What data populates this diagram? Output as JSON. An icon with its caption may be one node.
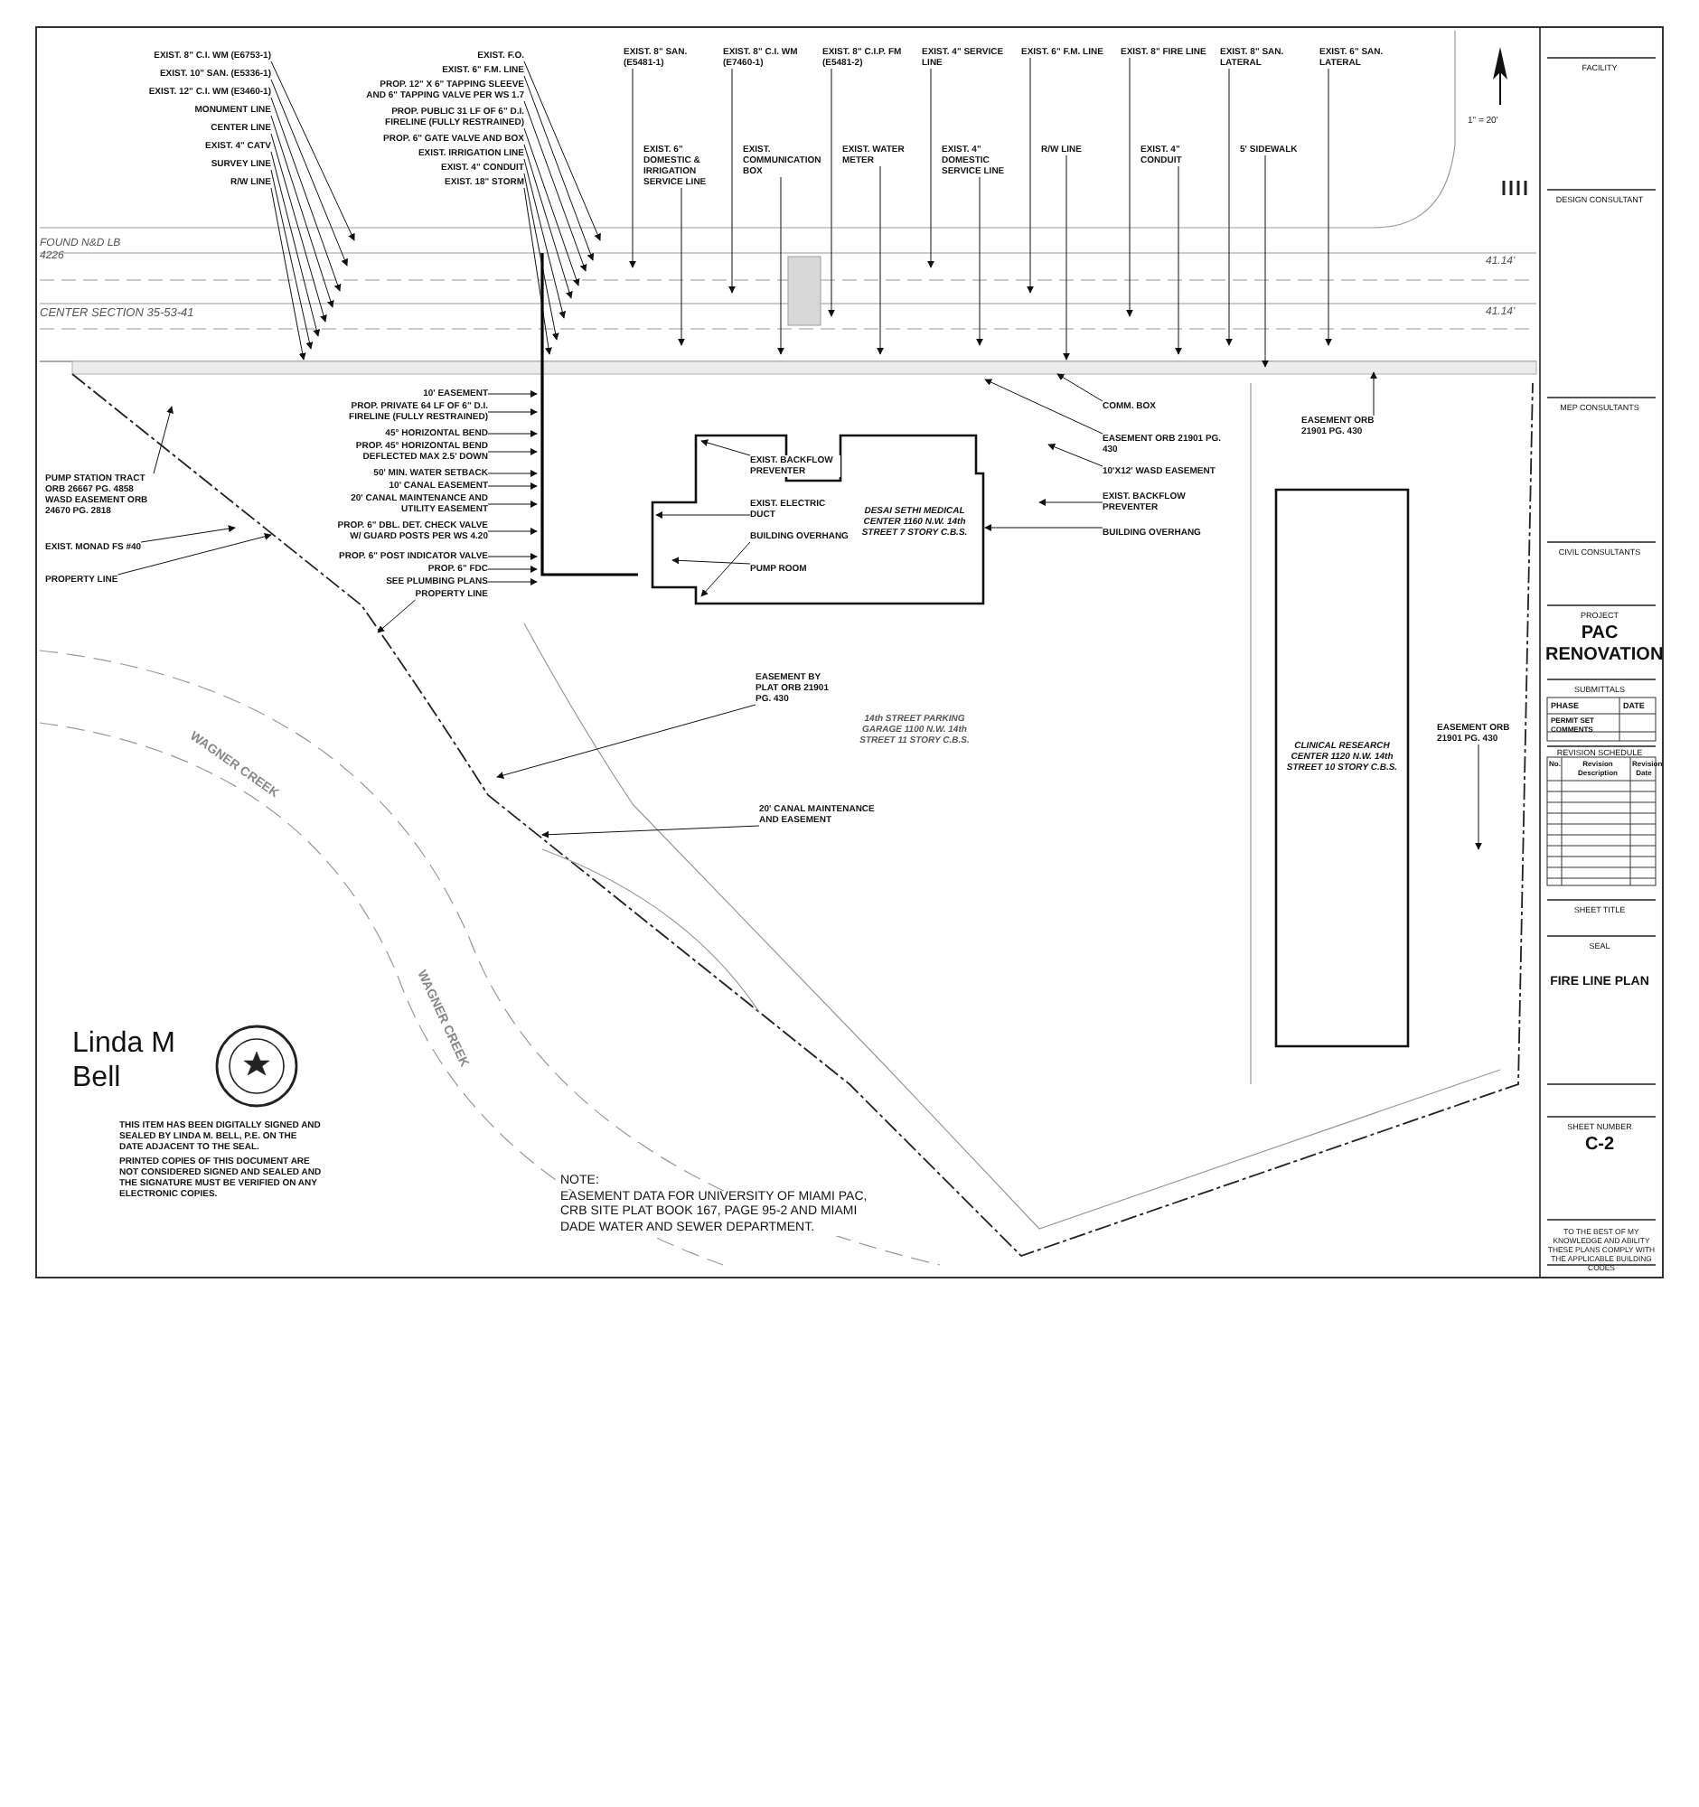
{
  "diagram": {
    "nodes": [
      {
        "text": [
          "EXIST. 8\" C.I. WM (E6753-1)"
        ]
      },
      {
        "text": [
          "EXIST. 10\" SAN. (E5336-1)"
        ]
      },
      {
        "text": [
          "EXIST. 12\" C.I. WM (E3460-1)"
        ]
      },
      {
        "text": [
          "MONUMENT LINE"
        ]
      },
      {
        "text": [
          "CENTER LINE"
        ]
      },
      {
        "text": [
          "EXIST. 4\" CATV"
        ]
      },
      {
        "text": [
          "SURVEY LINE"
        ]
      },
      {
        "text": [
          "R/W LINE"
        ]
      },
      {
        "text": [
          "PUMP STATION TRACT ORB 26667 PG. 4858 WASD EASEMENT ORB 24670 PG. 2818"
        ]
      },
      {
        "text": [
          "EXIST. MONAD FS #40"
        ]
      },
      {
        "text": [
          "PROPERTY LINE"
        ]
      },
      {
        "text": [
          "EXIST. F.O."
        ]
      },
      {
        "text": [
          "EXIST. 6\" F.M. LINE"
        ]
      },
      {
        "text": [
          "PROP. 12\" X 6\" TAPPING SLEEVE AND 6\" TAPPING VALVE PER WS 1.7"
        ]
      },
      {
        "text": [
          "PROP. PUBLIC 31 LF OF 6\" D.I. FIRELINE (FULLY RESTRAINED)"
        ]
      },
      {
        "text": [
          "PROP. 6\" GATE VALVE AND BOX"
        ]
      },
      {
        "text": [
          "EXIST. IRRIGATION LINE"
        ]
      },
      {
        "text": [
          "EXIST. 4\" CONDUIT"
        ]
      },
      {
        "text": [
          "10' EASEMENT"
        ]
      },
      {
        "text": [
          "PROP. PRIVATE 64 LF OF 6\" D.I. FIRELINE (FULLY RESTRAINED)"
        ]
      },
      {
        "text": [
          "45° HORIZONTAL BEND"
        ]
      },
      {
        "text": [
          "PROP. 45° HORIZONTAL BEND DEFLECTED MAX 2.5' DOWN"
        ]
      },
      {
        "text": [
          "50' MIN. WATER SETBACK"
        ]
      },
      {
        "text": [
          "10' CANAL EASEMENT"
        ]
      },
      {
        "text": [
          "20' CANAL MAINTENANCE AND UTILITY EASEMENT"
        ]
      },
      {
        "text": [
          "PROP. 6\" DBL. DET. CHECK VALVE W/ GUARD POSTS PER WS 4.20"
        ]
      },
      {
        "text": [
          "PROP. 6\" POST INDICATOR VALVE"
        ]
      },
      {
        "text": [
          "PROP. 6\" FDC"
        ]
      },
      {
        "text": [
          "SEE PLUMBING PLANS"
        ]
      },
      {
        "text": [
          "PROPERTY LINE"
        ]
      },
      {
        "text": [
          "EXIST. 8\" SAN. (E5481-1)"
        ]
      },
      {
        "text": [
          "EXIST. 8\" C.I. WM (E7460-1)"
        ]
      },
      {
        "text": [
          "EXIST. 8\" C.I.P. FM (E5481-2)"
        ]
      },
      {
        "text": [
          "EXIST. 4\" SERVICE LINE"
        ]
      },
      {
        "text": [
          "EXIST. 6\" F.M. LINE"
        ]
      },
      {
        "text": [
          "EXIST. 6\" DOMESTIC & IRRIGATION SERVICE LINE"
        ]
      },
      {
        "text": [
          "EXIST. 18\" STORM"
        ]
      },
      {
        "text": [
          "EXIST. COMMUNICATION BOX"
        ]
      },
      {
        "text": [
          "EXIST. WATER METER"
        ]
      },
      {
        "text": [
          "EASEMENT ORB 21901 PG. 430"
        ]
      },
      {
        "text": [
          "EXIST. 4\" DOMESTIC SERVICE LINE"
        ]
      },
      {
        "text": [
          "R/W LINE"
        ]
      },
      {
        "text": [
          "5' SIDEWALK"
        ]
      },
      {
        "text": [
          "EXIST. 4\" CONDUIT"
        ]
      },
      {
        "text": [
          "EXIST. 8\" FIRE LINE"
        ]
      },
      {
        "text": [
          "EXIST. 8\" SAN. LATERAL"
        ]
      },
      {
        "text": [
          "EXIST. 6\" SAN. LATERAL"
        ]
      },
      {
        "text": [
          "EASEMENT ORB 21901 PG. 430"
        ]
      },
      {
        "text": [
          "COMM. BOX"
        ]
      },
      {
        "text": [
          "10'X12' WASD EASEMENT"
        ]
      },
      {
        "text": [
          "EXIST. BACKFLOW PREVENTER"
        ]
      },
      {
        "text": [
          "BUILDING OVERHANG"
        ]
      },
      {
        "text": [
          "DESAI SETHI MEDICAL CENTER 1160 N.W. 14th STREET 7 STORY C.B.S."
        ]
      },
      {
        "text": [
          "EXIST. BACKFLOW PREVENTER"
        ],
        "in": 52
      },
      {
        "text": [
          "EXIST. ELECTRIC DUCT"
        ],
        "in": 52
      },
      {
        "text": [
          "BUILDING OVERHANG"
        ],
        "in": 52
      },
      {
        "text": [
          "PUMP ROOM"
        ],
        "in": 52
      },
      {
        "text": [
          "CLINICAL RESEARCH CENTER 1120 N.W. 14th STREET 10 STORY C.B.S."
        ]
      },
      {
        "text": [
          "EASEMENT BY PLAT ORB 21901 PG. 430"
        ]
      },
      {
        "text": [
          "20' CANAL MAINTENANCE AND EASEMENT"
        ]
      },
      {
        "text": [
          "EASEMENT ORB 21901 PG. 430"
        ]
      }
    ],
    "edges": [
      {
        "from": 0,
        "to": null,
        "arrow": "to"
      },
      {
        "from": 1,
        "to": null,
        "arrow": "to"
      },
      {
        "from": 2,
        "to": null,
        "arrow": "to"
      },
      {
        "from": 3,
        "to": null,
        "arrow": "to"
      },
      {
        "from": 4,
        "to": null,
        "arrow": "to"
      },
      {
        "from": 5,
        "to": null,
        "arrow": "to"
      },
      {
        "from": 6,
        "to": null,
        "arrow": "to"
      },
      {
        "from": 7,
        "to": null,
        "arrow": "to"
      },
      {
        "from": 8,
        "to": null,
        "arrow": "to"
      },
      {
        "from": 9,
        "to": null,
        "arrow": "to"
      },
      {
        "from": 10,
        "to": null,
        "arrow": "to"
      },
      {
        "from": 11,
        "to": null,
        "arrow": "to"
      },
      {
        "from": 12,
        "to": null,
        "arrow": "to"
      },
      {
        "from": 13,
        "to": null,
        "arrow": "to"
      },
      {
        "from": 14,
        "to": null,
        "arrow": "to"
      },
      {
        "from": 15,
        "to": null,
        "arrow": "to"
      },
      {
        "from": 16,
        "to": null,
        "arrow": "to"
      },
      {
        "from": 17,
        "to": null,
        "arrow": "to"
      },
      {
        "from": 18,
        "to": null,
        "arrow": "to"
      },
      {
        "from": 19,
        "to": null,
        "arrow": "to"
      },
      {
        "from": 20,
        "to": null,
        "arrow": "to"
      },
      {
        "from": 21,
        "to": null,
        "arrow": "to"
      },
      {
        "from": 22,
        "to": null,
        "arrow": "to"
      },
      {
        "from": 23,
        "to": null,
        "arrow": "to"
      },
      {
        "from": 24,
        "to": null,
        "arrow": "to"
      },
      {
        "from": 25,
        "to": null,
        "arrow": "to"
      },
      {
        "from": 26,
        "to": null,
        "arrow": "to"
      },
      {
        "from": 27,
        "to": null,
        "arrow": "to"
      },
      {
        "from": 28,
        "to": null,
        "arrow": "to"
      },
      {
        "from": 29,
        "to": null,
        "arrow": "to"
      },
      {
        "from": 30,
        "to": null,
        "arrow": "to"
      },
      {
        "from": 31,
        "to": null,
        "arrow": "to"
      },
      {
        "from": 32,
        "to": null,
        "arrow": "to"
      },
      {
        "from": 33,
        "to": null,
        "arrow": "to"
      },
      {
        "from": 34,
        "to": null,
        "arrow": "to"
      },
      {
        "from": 35,
        "to": null,
        "arrow": "to"
      },
      {
        "from": 36,
        "to": null,
        "arrow": "to"
      },
      {
        "from": 37,
        "to": null,
        "arrow": "to"
      },
      {
        "from": 38,
        "to": null,
        "arrow": "to"
      },
      {
        "from": 39,
        "to": null,
        "arrow": "to"
      },
      {
        "from": 40,
        "to": null,
        "arrow": "to"
      },
      {
        "from": 41,
        "to": null,
        "arrow": "to"
      },
      {
        "from": 42,
        "to": null,
        "arrow": "to"
      },
      {
        "from": 43,
        "to": null,
        "arrow": "to"
      },
      {
        "from": 44,
        "to": null,
        "arrow": "to"
      },
      {
        "from": 45,
        "to": null,
        "arrow": "to"
      },
      {
        "from": 46,
        "to": null,
        "arrow": "to"
      },
      {
        "from": 47,
        "to": null,
        "arrow": "to"
      },
      {
        "from": 48,
        "to": null,
        "arrow": "to"
      },
      {
        "from": 49,
        "to": null,
        "arrow": "to"
      },
      {
        "from": 50,
        "to": null,
        "arrow": "to"
      },
      {
        "from": 51,
        "to": 52,
        "arrow": "to"
      },
      {
        "from": 53,
        "to": 52,
        "arrow": "to"
      },
      {
        "from": 54,
        "to": 52,
        "arrow": "to"
      },
      {
        "from": 55,
        "to": 52,
        "arrow": "to"
      },
      {
        "from": 56,
        "to": 52,
        "arrow": "to"
      },
      {
        "from": 58,
        "to": null,
        "arrow": "to"
      },
      {
        "from": 59,
        "to": null,
        "arrow": "to"
      },
      {
        "from": 60,
        "to": null,
        "arrow": "to"
      }
    ],
    "labels": [
      "FOUND N&D LB 4226",
      "CENTER SECTION 35-53-41",
      "1\" = 20'",
      "41.14'",
      "41.14'",
      "WAGNER CREEK",
      "14th STREET PARKING GARAGE 1100 N.W. 14th STREET 11 STORY C.B.S.",
      "WAGNER CREEK",
      "Linda M Bell",
      "THIS ITEM HAS BEEN DIGITALLY SIGNED AND SEALED BY LINDA M. BELL, P.E. ON THE DATE ADJACENT TO THE SEAL.",
      "PRINTED COPIES OF THIS DOCUMENT ARE NOT CONSIDERED SIGNED AND SEALED AND THE SIGNATURE MUST BE VERIFIED ON ANY ELECTRONIC COPIES.",
      "NOTE:",
      "EASEMENT DATA FOR UNIVERSITY OF MIAMI PAC, CRB SITE PLAT BOOK 167, PAGE 95-2 AND MIAMI DADE WATER AND SEWER DEPARTMENT.",
      "FACILITY",
      "DESIGN CONSULTANT",
      "MEP CONSULTANTS",
      "CIVIL CONSULTANTS",
      "PROJECT",
      "PAC RENOVATION",
      "SUBMITTALS",
      "PHASE",
      "DATE",
      "PERMIT SET COMMENTS",
      "REVISION SCHEDULE",
      "No.",
      "Revision Description",
      "Revision Date",
      "SHEET TITLE",
      "SEAL",
      "FIRE LINE PLAN",
      "SHEET NUMBER",
      "C-2",
      "TO THE BEST OF MY KNOWLEDGE AND ABILITY THESE PLANS COMPLY WITH THE APPLICABLE BUILDING CODES"
    ]
  }
}
